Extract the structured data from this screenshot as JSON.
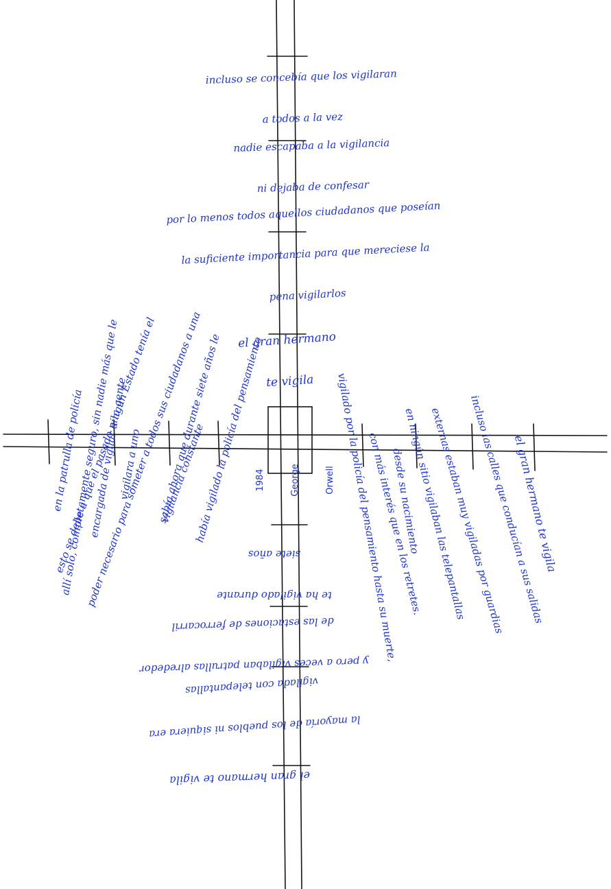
{
  "center_box": {
    "lines": [
      "1984",
      "George",
      "Orwell"
    ]
  },
  "vertical_axis_top": [
    {
      "lines": [
        "incluso se concebía que los vigilaran",
        "a todos a la vez"
      ]
    },
    {
      "lines": [
        "nadie escapaba a la vigilancia",
        "ni dejaba de confesar"
      ]
    },
    {
      "lines": [
        "por lo menos todos aquellos ciudadanos que poseían",
        "la suficiente importancia para que mereciese la",
        "pena vigilarlos"
      ]
    },
    {
      "lines": [
        "el gran hermano",
        "te vigila"
      ]
    }
  ],
  "vertical_axis_bottom": [
    {
      "lines": [
        "te ha vigilado durante",
        "siete años"
      ]
    },
    {
      "lines": [
        "y pero a veces vigilaban patrullas alrededor",
        "de las estaciones de ferrocarril"
      ]
    },
    {
      "lines": [
        "la mayoría de los pueblos ni siquiera era",
        "vigilada con telepantallas"
      ]
    },
    {
      "lines": [
        "el gran hermano te vigila"
      ]
    }
  ],
  "horizontal_axis_left": [
    {
      "lines": [
        "en la patrulla de policía",
        "encargada de vigilar a la gente"
      ]
    },
    {
      "lines": [
        "allí solo, completamente seguro, sin nadie más que le",
        "vigilara a uno"
      ]
    },
    {
      "lines": [
        "esto se debe a que el pasado ningún Estado tenía el",
        "poder necesario para someter a todos sus ciudadanos a una",
        "vigilancia constante"
      ]
    },
    {
      "lines": [
        "sabía ahora que durante siete años le",
        "había vigilado la policía del pensamiento"
      ]
    }
  ],
  "horizontal_axis_right": [
    {
      "lines": [
        "desde su nacimiento",
        "vigilado por la policía del pensamiento hasta su muerte,"
      ]
    },
    {
      "lines": [
        "en ningún sitio vigilaban las telepantallas",
        "con más interés que en los retretes."
      ]
    },
    {
      "lines": [
        "incluso las calles que conducían a sus salidas",
        "externas estaban muy vigiladas por guardias"
      ]
    },
    {
      "lines": [
        "el gran hermano te vigila"
      ]
    }
  ]
}
